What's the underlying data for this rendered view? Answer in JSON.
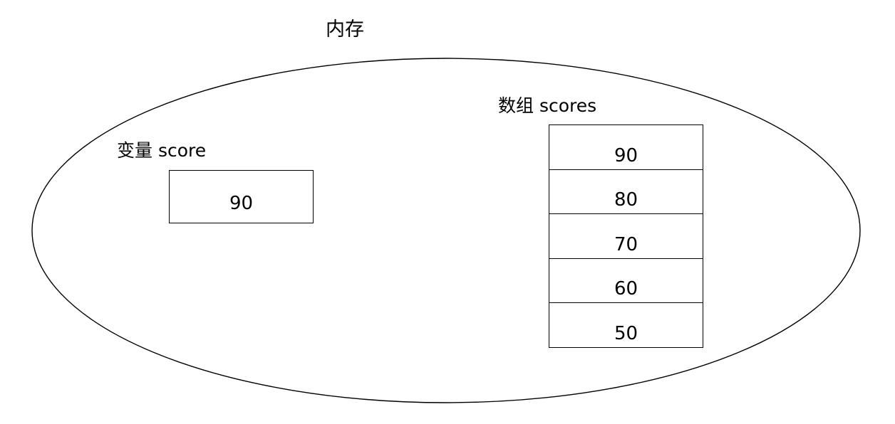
{
  "diagram": {
    "title": "内存",
    "container": {
      "shape": "ellipse",
      "stroke_color": "#000000",
      "fill_color": "#ffffff"
    },
    "variable": {
      "label": "变量 score",
      "value": "90"
    },
    "array": {
      "label": "数组 scores",
      "cells": [
        {
          "value": "90"
        },
        {
          "value": "80"
        },
        {
          "value": "70"
        },
        {
          "value": "60"
        },
        {
          "value": "50"
        }
      ]
    }
  }
}
